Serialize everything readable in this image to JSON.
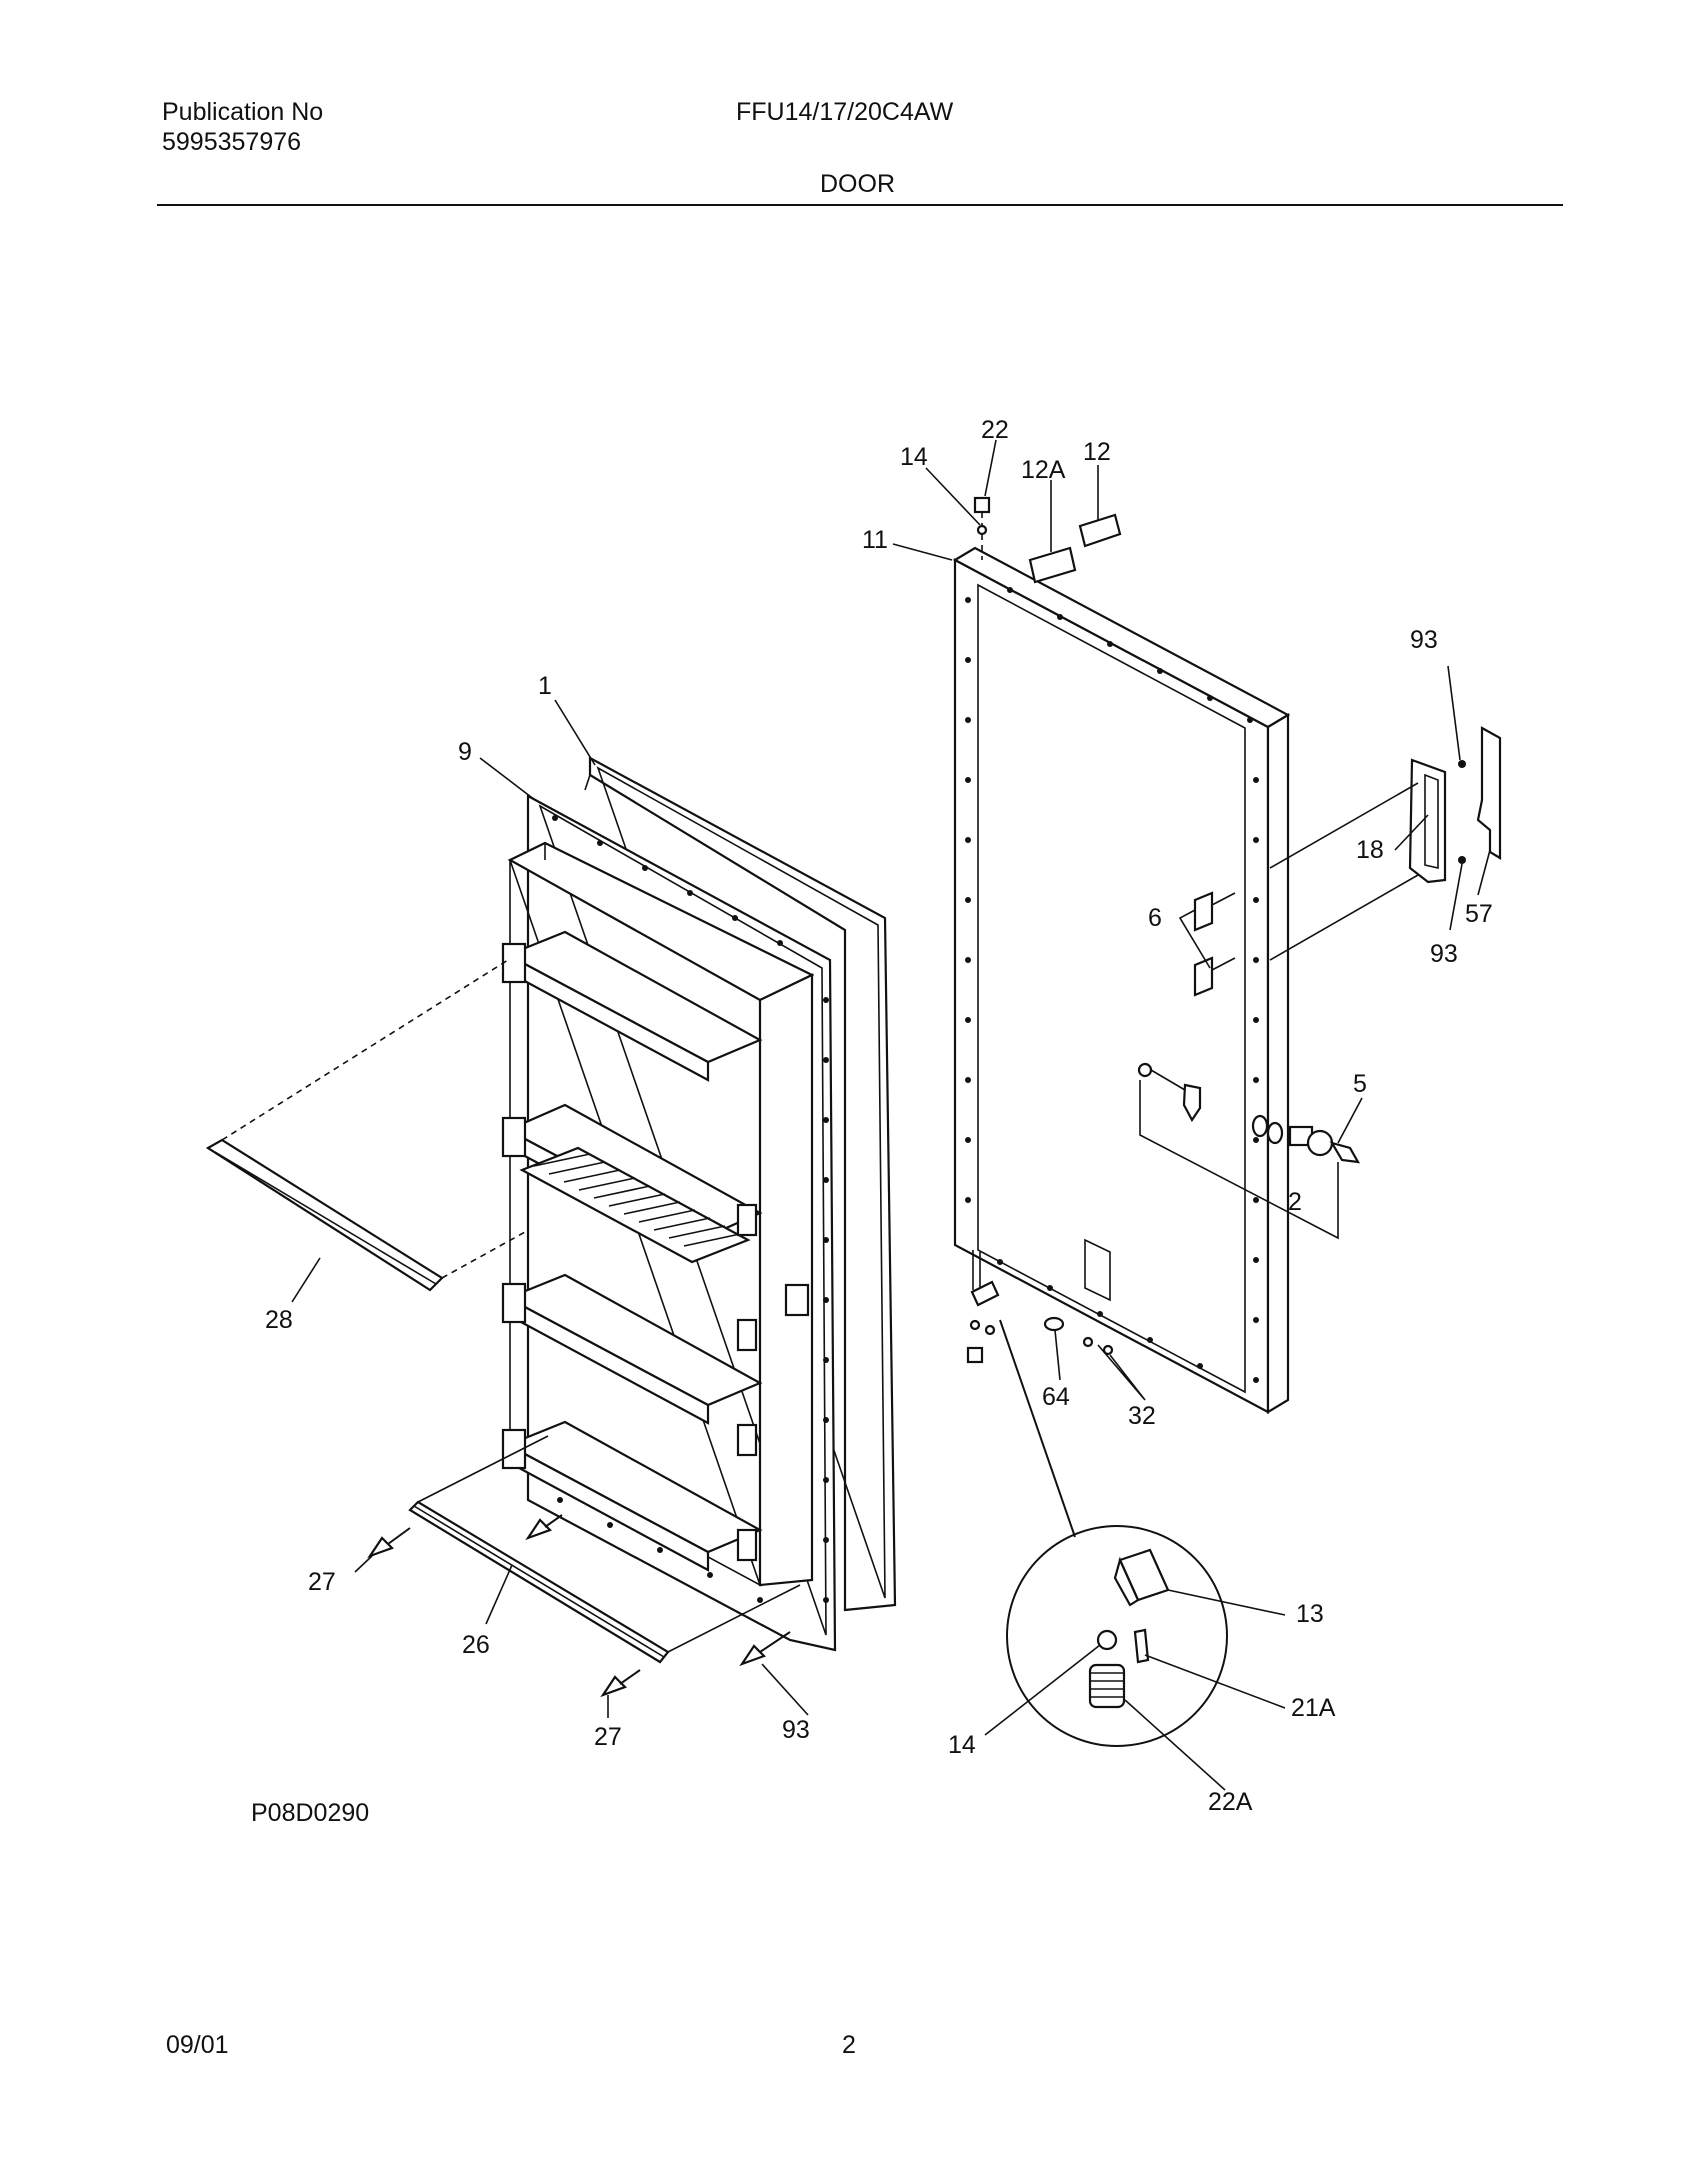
{
  "header": {
    "publication_label": "Publication No",
    "publication_number": "5995357976",
    "model": "FFU14/17/20C4AW",
    "section": "DOOR"
  },
  "figure_code": "P08D0290",
  "footer": {
    "date": "09/01",
    "page": "2"
  },
  "callouts": {
    "c1": "1",
    "c9": "9",
    "c28": "28",
    "c27a": "27",
    "c26": "26",
    "c27b": "27",
    "c93a": "93",
    "c22": "22",
    "c14a": "14",
    "c12a": "12A",
    "c12": "12",
    "c11": "11",
    "c93b": "93",
    "c18": "18",
    "c57": "57",
    "c93c": "93",
    "c6": "6",
    "c5": "5",
    "c2": "2",
    "c64": "64",
    "c32": "32",
    "c13": "13",
    "c21a": "21A",
    "c14b": "14",
    "c22a": "22A"
  }
}
